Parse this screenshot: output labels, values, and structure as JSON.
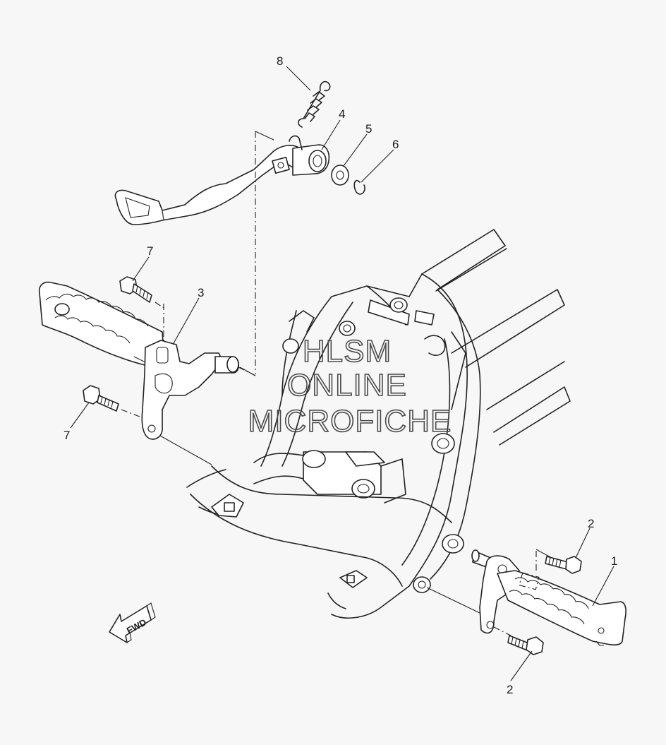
{
  "diagram": {
    "watermark": [
      "HLSM",
      "ONLINE",
      "MICROFICHE"
    ],
    "direction_marker": "FWD",
    "callouts": [
      {
        "number": "8",
        "part": "spring"
      },
      {
        "number": "4",
        "part": "brake-pedal-pivot-collar"
      },
      {
        "number": "5",
        "part": "washer"
      },
      {
        "number": "6",
        "part": "circlip"
      },
      {
        "number": "7",
        "part": "upper-left-bolt"
      },
      {
        "number": "3",
        "part": "left-footrest-bracket"
      },
      {
        "number": "7",
        "part": "lower-left-bolt"
      },
      {
        "number": "2",
        "part": "upper-right-bolt"
      },
      {
        "number": "1",
        "part": "right-footrest"
      },
      {
        "number": "2",
        "part": "lower-right-bolt"
      }
    ]
  }
}
